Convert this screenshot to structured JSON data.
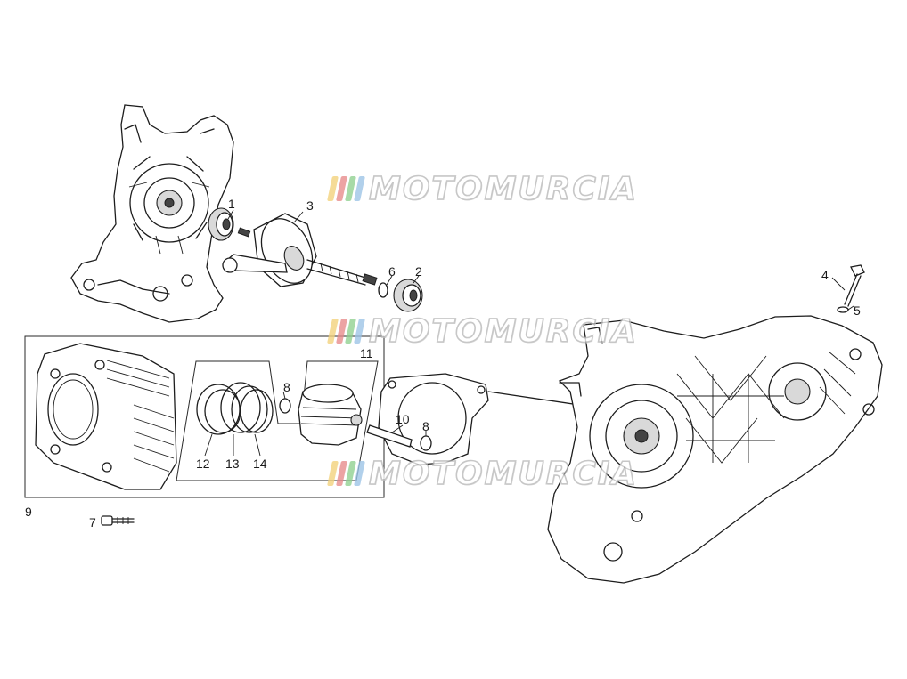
{
  "callouts": {
    "c1": "1",
    "c2": "2",
    "c3": "3",
    "c4": "4",
    "c5": "5",
    "c6": "6",
    "c7": "7",
    "c8a": "8",
    "c8b": "8",
    "c9": "9",
    "c10": "10",
    "c11": "11",
    "c12": "12",
    "c13": "13",
    "c14": "14"
  },
  "watermark": {
    "text": "MOTOMURCIA",
    "stripe_colors": [
      "#f3d27a",
      "#e78a8a",
      "#8fd08f",
      "#9cc4e6"
    ]
  },
  "colors": {
    "line": "#1d1d1d",
    "background": "#ffffff"
  }
}
